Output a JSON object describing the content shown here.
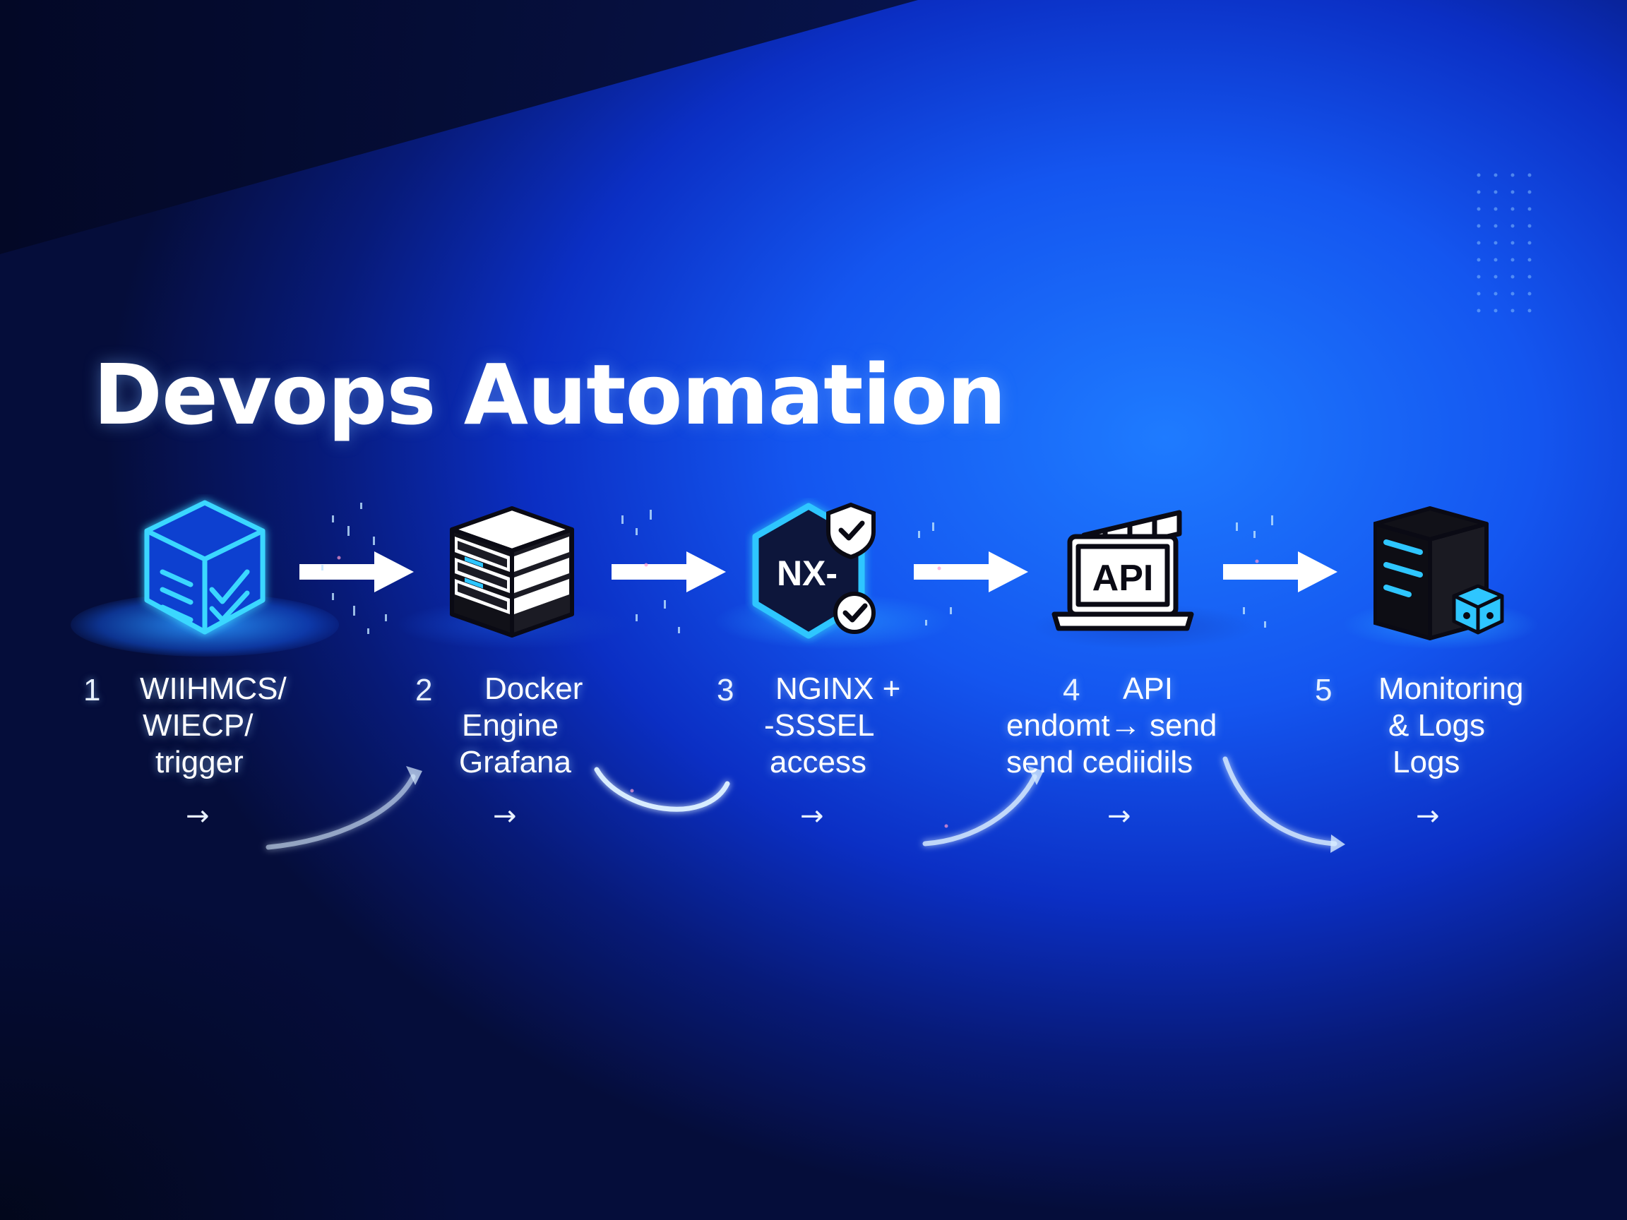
{
  "title": "Devops Automation",
  "colors": {
    "accent": "#25c8ff",
    "background": "#1456f0",
    "dark": "#050d3a"
  },
  "steps": [
    {
      "number": "1",
      "icon": "cube-checklist-icon",
      "lines": [
        "WIIHMCS/",
        "WIECP/",
        "trigger"
      ],
      "arrow": "→"
    },
    {
      "number": "2",
      "icon": "server-stack-icon",
      "lines": [
        "Docker",
        "Engine",
        "Grafana"
      ],
      "arrow": "→"
    },
    {
      "number": "3",
      "icon": "shield-hexagon-icon",
      "badge": "NX-",
      "lines": [
        "NGINX +",
        "-SSSEL",
        "access"
      ],
      "arrow": "→"
    },
    {
      "number": "4",
      "icon": "api-laptop-icon",
      "badge": "API",
      "lines": [
        "API",
        "endomt→ send",
        "send cediidils"
      ],
      "arrow": "→"
    },
    {
      "number": "5",
      "icon": "server-cube-icon",
      "lines": [
        "Monitoring",
        "& Logs",
        "Logs"
      ],
      "arrow": "→"
    }
  ]
}
